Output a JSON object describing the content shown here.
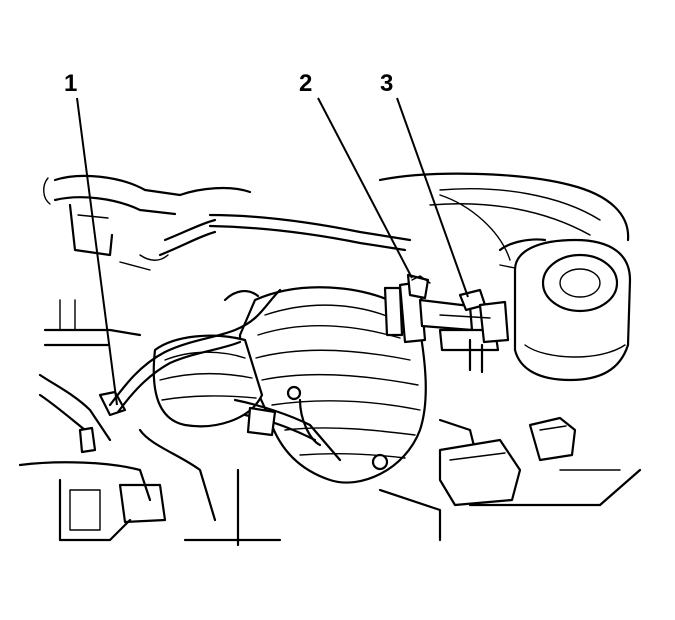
{
  "figure": {
    "callouts": [
      {
        "id": "1",
        "label": "1"
      },
      {
        "id": "2",
        "label": "2"
      },
      {
        "id": "3",
        "label": "3"
      }
    ],
    "colors": {
      "line": "#000000",
      "background": "#ffffff"
    }
  }
}
